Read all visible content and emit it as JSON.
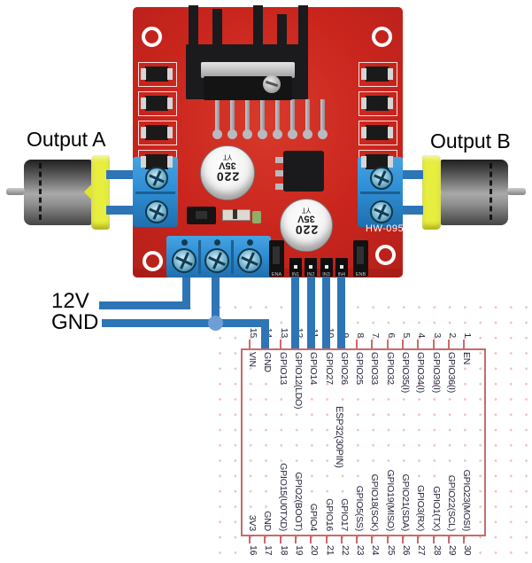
{
  "labels": {
    "output_a": "Output A",
    "output_b": "Output B",
    "v12": "12V",
    "gnd": "GND"
  },
  "board": {
    "model": "HW-095",
    "cap_marking": [
      "220",
      "35V",
      "YT"
    ],
    "silk": [
      "ENA",
      "IN1",
      "IN2",
      "IN3",
      "IN4",
      "ENB"
    ]
  },
  "esp32": {
    "title": "ESP32(30PIN)",
    "top_pins": [
      {
        "num": "15",
        "label": "VIN"
      },
      {
        "num": "14",
        "label": "GND"
      },
      {
        "num": "13",
        "label": "GPIO13"
      },
      {
        "num": "12",
        "label": "GPIO12(LDO)"
      },
      {
        "num": "11",
        "label": "GPIO14"
      },
      {
        "num": "10",
        "label": "GPIO27"
      },
      {
        "num": "9",
        "label": "GPIO26"
      },
      {
        "num": "8",
        "label": "GPIO25"
      },
      {
        "num": "7",
        "label": "GPIO33"
      },
      {
        "num": "6",
        "label": "GPIO32"
      },
      {
        "num": "5",
        "label": "GPIO35(I)"
      },
      {
        "num": "4",
        "label": "GPIO34(I)"
      },
      {
        "num": "3",
        "label": "GPIO39(I)"
      },
      {
        "num": "2",
        "label": "GPIO36(I)"
      },
      {
        "num": "1",
        "label": "EN"
      }
    ],
    "bottom_pins": [
      {
        "num": "16",
        "label": "3V3"
      },
      {
        "num": "17",
        "label": "GND"
      },
      {
        "num": "18",
        "label": "GPIO15(U0TXD)"
      },
      {
        "num": "19",
        "label": "GPIO2(BOOT)"
      },
      {
        "num": "20",
        "label": "GPIO4"
      },
      {
        "num": "21",
        "label": "GPIO16"
      },
      {
        "num": "22",
        "label": "GPIO17"
      },
      {
        "num": "23",
        "label": "GPIO5(SS)"
      },
      {
        "num": "24",
        "label": "GPIO18(SCK)"
      },
      {
        "num": "25",
        "label": "GPIO19(MISO)"
      },
      {
        "num": "26",
        "label": "GPIO21(SDA)"
      },
      {
        "num": "27",
        "label": "GPIO3(RX)"
      },
      {
        "num": "28",
        "label": "GPIO1(TX)"
      },
      {
        "num": "29",
        "label": "GPIO22(SCL)"
      },
      {
        "num": "30",
        "label": "GPIO23(MOSI)"
      }
    ]
  },
  "colors": {
    "wire": "#2e75b6",
    "junction": "#6f9dd6",
    "schematic_outline": "#c96a6a",
    "pin_text": "#26263e",
    "pcb_red": "#c9271f",
    "terminal_blue": "#2f8fd4",
    "motor_cap_yellow": "#e7ee3d",
    "heatsink_black": "#1b1b1d"
  }
}
